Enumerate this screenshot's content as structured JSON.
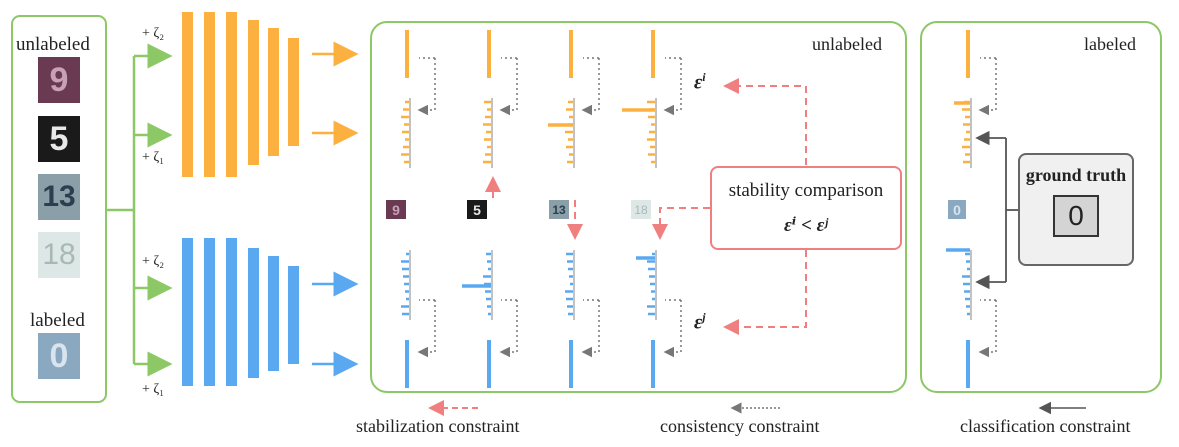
{
  "inputs": {
    "unlabeled_title": "unlabeled",
    "labeled_title": "labeled",
    "unlabeled_digits": [
      "9",
      "5",
      "13",
      "18"
    ],
    "labeled_digits": [
      "0"
    ]
  },
  "noise": {
    "zeta2": "+ ζ₂",
    "zeta1": "+ ζ₁"
  },
  "unlabeled_panel": {
    "title": "unlabeled",
    "epsilon_i": "ε",
    "epsilon_i_sup": "i",
    "epsilon_j": "ε",
    "epsilon_j_sup": "j",
    "comparison_title": "stability comparison",
    "comparison_formula": "εⁱ < εʲ"
  },
  "labeled_panel": {
    "title": "labeled",
    "ground_truth_title": "ground truth",
    "ground_truth_value": "0"
  },
  "legend": {
    "stabilization": "stabilization constraint",
    "consistency": "consistency constraint",
    "classification": "classification constraint"
  },
  "colors": {
    "orange": "#fbb040",
    "blue": "#5aa8f0",
    "green": "#8cc865",
    "red_dash": "#f08080",
    "dark": "#555555"
  }
}
